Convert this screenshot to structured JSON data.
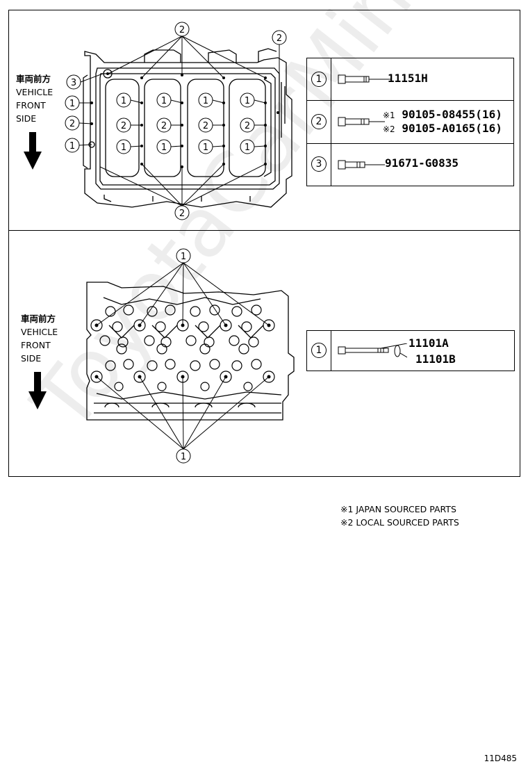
{
  "watermark": "ToyotaCarMine.ru",
  "top_panel": {
    "direction": {
      "jp": "車両前方",
      "en1": "VEHICLE",
      "en2": "FRONT",
      "en3": "SIDE"
    },
    "callouts": {
      "one": "1",
      "two": "2",
      "three": "3"
    },
    "parts": [
      {
        "num": "1",
        "pn": "11151H"
      },
      {
        "num": "2",
        "mark1": "※1",
        "pn1": "90105-08455(16)",
        "mark2": "※2",
        "pn2": "90105-A0165(16)"
      },
      {
        "num": "3",
        "pn": "91671-G0835"
      }
    ]
  },
  "bottom_panel": {
    "direction": {
      "jp": "車両前方",
      "en1": "VEHICLE",
      "en2": "FRONT",
      "en3": "SIDE"
    },
    "callouts": {
      "one": "1"
    },
    "parts": [
      {
        "num": "1",
        "pn1": "11101A",
        "pn2": "11101B"
      }
    ]
  },
  "footnotes": {
    "note1": "※1 JAPAN SOURCED PARTS",
    "note2": "※2 LOCAL SOURCED PARTS"
  },
  "diagram_code": "11D485"
}
